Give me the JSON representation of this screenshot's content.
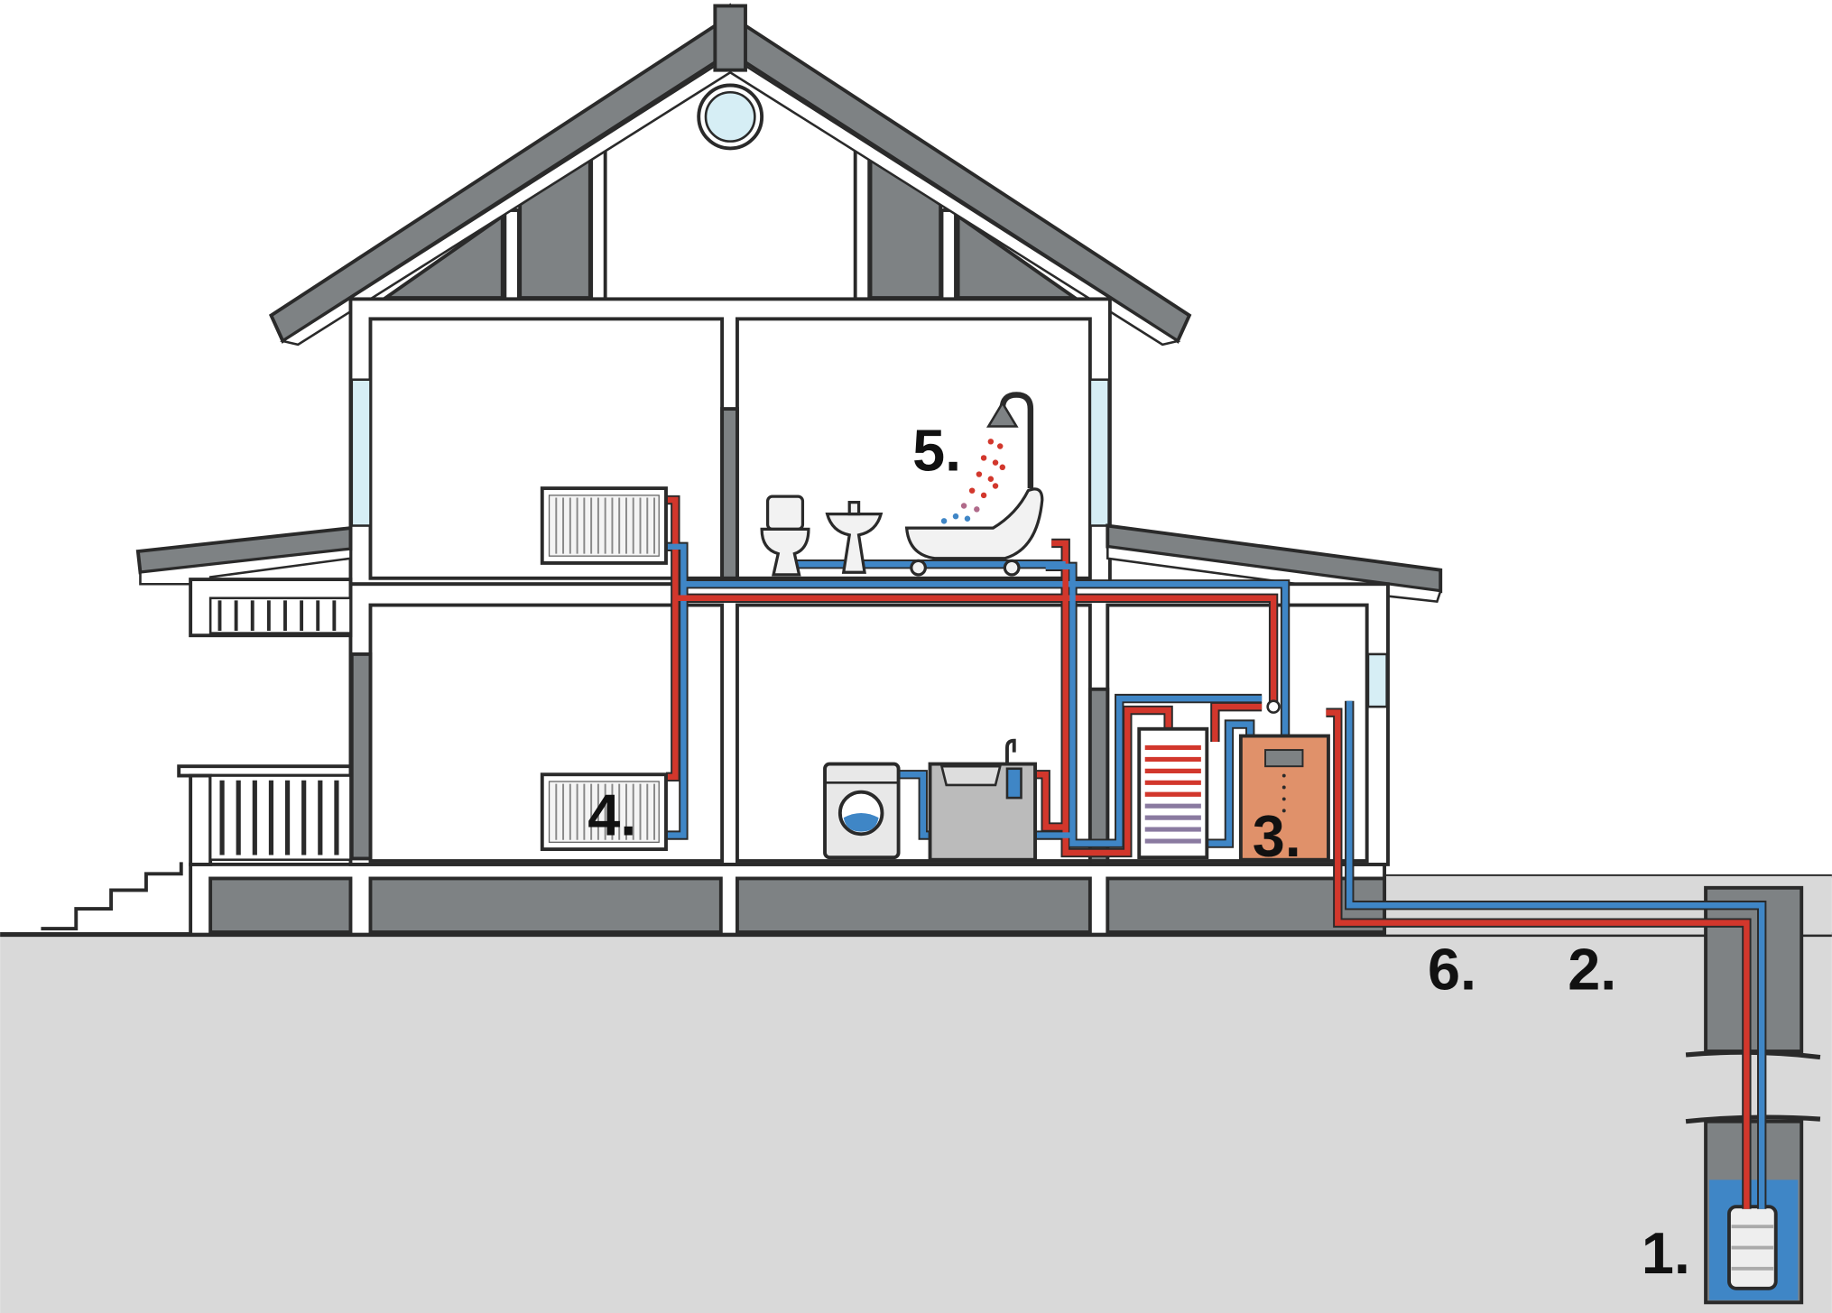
{
  "diagram": {
    "labels": {
      "well_pump": "1.",
      "supply_line": "2.",
      "boiler": "3.",
      "radiator": "4.",
      "shower": "5.",
      "return_line": "6."
    },
    "colors": {
      "hot_pipe": "#d2372c",
      "cold_pipe": "#3f86c6",
      "roof": "#7e8284",
      "ground": "#d9d9d9",
      "boiler": "#e0916a",
      "window": "#d6eef5",
      "water": "#3f86c6"
    }
  }
}
